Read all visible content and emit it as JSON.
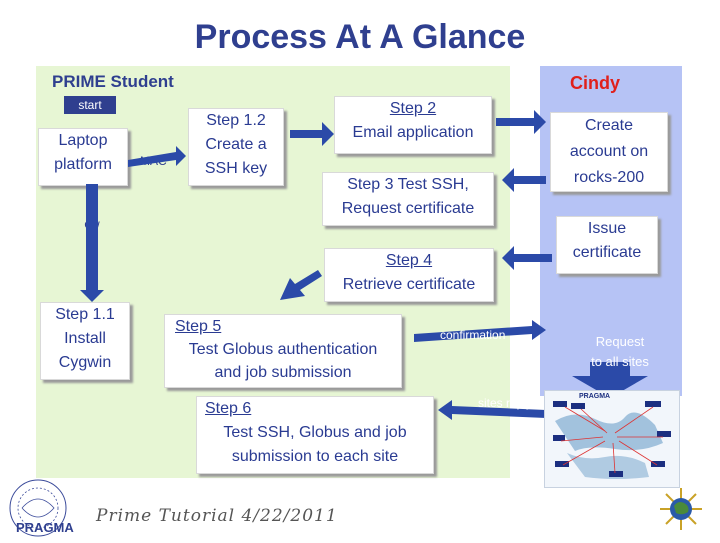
{
  "title": "Process At A Glance",
  "panels": {
    "student_label": "PRIME Student",
    "cindy_label": "Cindy"
  },
  "nodes": {
    "start": "start",
    "laptop": [
      "Laptop",
      "platform"
    ],
    "windows_vertical": "windows",
    "mac": "MAC",
    "step11": [
      "Step 1.1",
      "Install",
      "Cygwin"
    ],
    "step12": [
      "Step 1.2",
      "Create a",
      "SSH key"
    ],
    "step2": [
      "Step 2",
      "Email application"
    ],
    "step3": [
      "Step 3 Test SSH,",
      "Request certificate"
    ],
    "step4": [
      "Step 4",
      "Retrieve certificate"
    ],
    "step5": [
      "Step 5",
      "Test Globus authentication",
      "and job submission"
    ],
    "step6": [
      "Step 6",
      "Test SSH, Globus and job",
      "submission to each site"
    ],
    "create_account": [
      "Create",
      "account on",
      "rocks-200"
    ],
    "issue_cert": [
      "Issue",
      "certificate"
    ]
  },
  "arrows": {
    "confirmation": "confirmation",
    "request": [
      "Request",
      "to all sites"
    ],
    "sites_reply": "sites reply"
  },
  "footer": "Prime Tutorial 4/22/2011",
  "logos": {
    "left": "PRAGMA",
    "map": "PRAGMA"
  },
  "colors": {
    "title": "#2f3f8f",
    "box_text": "#2a3b92",
    "cindy": "#e0201b",
    "green_panel": "#e7f6d4",
    "blue_panel": "#b6c3f5",
    "arrow_fill": "#2b4aa8"
  }
}
